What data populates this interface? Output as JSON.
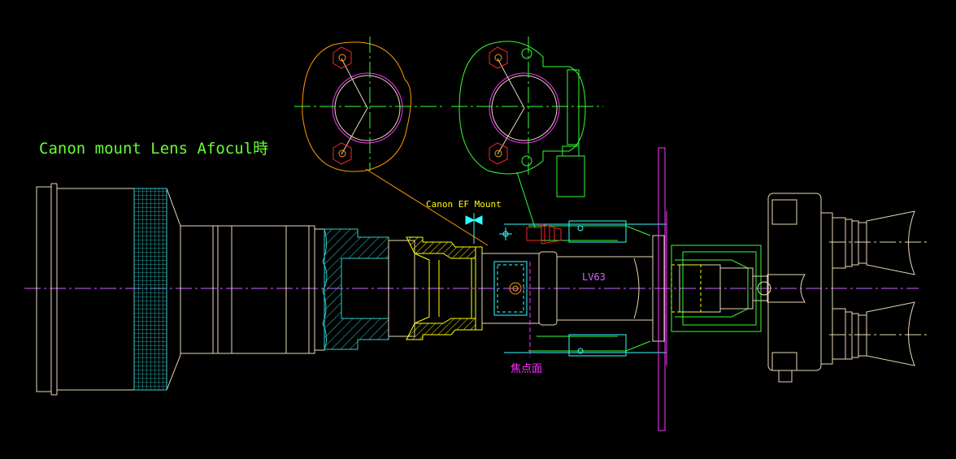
{
  "drawing": {
    "title": "Canon mount Lens Afocul時",
    "mount_label": "Canon  EF Mount",
    "lens_label": "LV63",
    "focal_plane_label": "焦点面"
  },
  "colors": {
    "background": "#000000",
    "outline": "#e8d8b8",
    "title": "#66ff33",
    "mount": "#ffff00",
    "orange": "#ff9900",
    "red": "#ff2222",
    "magenta": "#ff33ff",
    "green": "#33ff33",
    "cyan": "#33ffff",
    "hatch": "#33cccc",
    "violet": "#cc66ff"
  }
}
